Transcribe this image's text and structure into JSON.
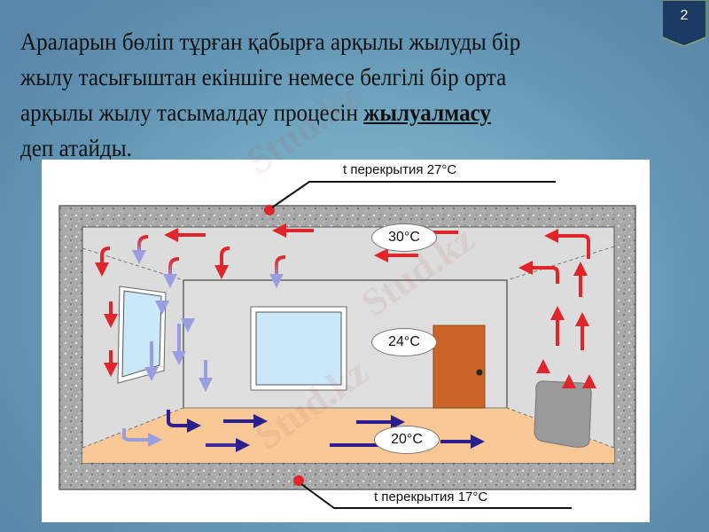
{
  "slide": {
    "page_number": "2",
    "text_lines": [
      "Араларын бөліп тұрған қабырға арқылы жылуды бір",
      "жылу тасығыштан екіншіге  немесе белгілі бір орта",
      "арқылы жылу тасымалдау процесін  "
    ],
    "term": "жылуалмасу",
    "last_line": "деп атайды."
  },
  "figure": {
    "ceiling_label": "t перекрытия 27°C",
    "floor_label": "t перекрытия 17°C",
    "temps": {
      "top": "30°C",
      "middle": "24°C",
      "bottom": "20°C"
    },
    "colors": {
      "warm_arrow": "#e0262b",
      "cool_arrow": "#9a9ee0",
      "cold_arrow": "#2b1f8f",
      "wall_concrete": "#a8a8a8",
      "room_wall": "#dcdcdc",
      "floor": "#f7c896",
      "door": "#cc6428",
      "window_glass": "#cbe8f8"
    }
  },
  "watermark": "Stud.kz"
}
